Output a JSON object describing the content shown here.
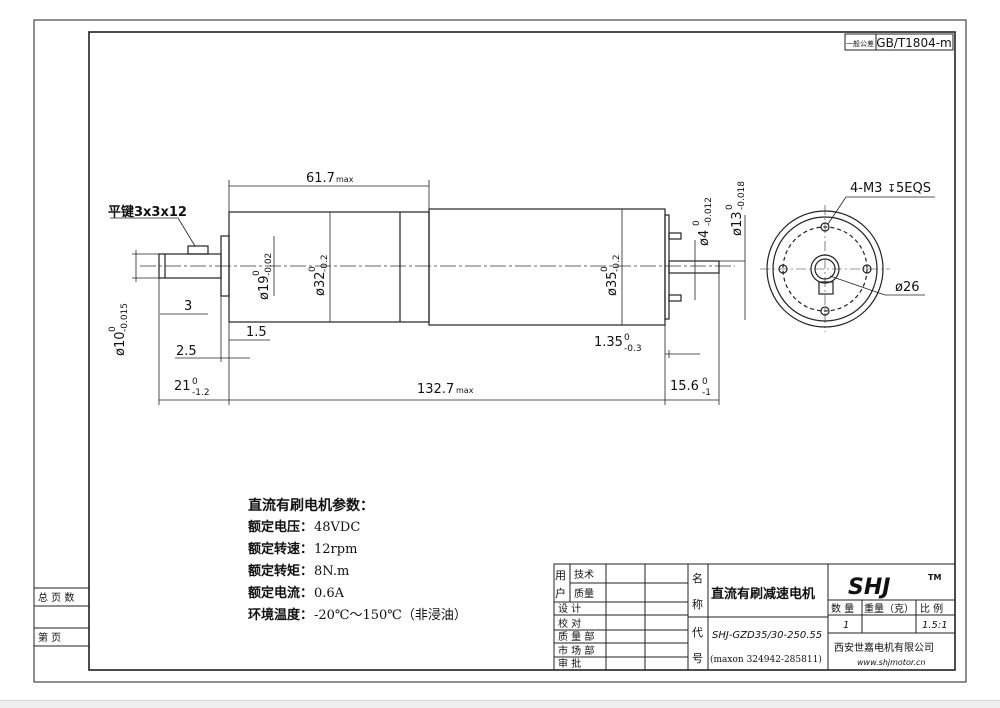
{
  "standard_label_small": "一般公差",
  "standard_code": "GB/T1804-m",
  "dimensions": {
    "length_61_7": "61.7",
    "len_suffix_max": "max",
    "key_label": "平键3x3x12",
    "d4": "ø4",
    "d4_tol_up": "0",
    "d4_tol_low": "-0.012",
    "d13": "ø13",
    "d13_tol_up": "0",
    "d13_tol_low": "-0.018",
    "m3": "4-M3",
    "m3_depth": "5EQS",
    "d19": "ø19",
    "d19_tol_up": "0",
    "d19_tol_low": "-0.02",
    "d32": "ø32",
    "d32_tol_up": "0",
    "d32_tol_low": "-0.2",
    "d35": "ø35",
    "d35_tol_up": "0",
    "d35_tol_low": "-0.2",
    "d26": "ø26",
    "d10": "ø10",
    "d10_tol_up": "0",
    "d10_tol_low": "-0.015",
    "dim_3": "3",
    "dim_1_5": "1.5",
    "dim_2_5": "2.5",
    "dim_1_35": "1.35",
    "dim_1_35_up": "0",
    "dim_1_35_low": "-0.3",
    "dim_21": "21",
    "dim_21_up": "0",
    "dim_21_low": "-1.2",
    "dim_132_7": "132.7",
    "dim_15_6": "15.6",
    "dim_15_6_up": "0",
    "dim_15_6_low": "-1"
  },
  "params": {
    "title": "直流有刷电机参数：",
    "voltage_label": "额定电压：",
    "voltage": "48VDC",
    "speed_label": "额定转速：",
    "speed": "12rpm",
    "torque_label": "额定转矩：",
    "torque": "8N.m",
    "current_label": "额定电流：",
    "current": "0.6A",
    "temp_label": "环境温度：",
    "temp": "-20℃～150℃（非浸油）"
  },
  "side_block": {
    "total_pages": "总 页 数",
    "page_no": "第    页"
  },
  "title_block": {
    "yong": "用",
    "hu": "户",
    "tech": "技术",
    "quality": "质量",
    "design": "设    计",
    "check": "校    对",
    "qa_dept": "质 量 部",
    "market_dept": "市 场 部",
    "approve": "审    批",
    "ming": "名",
    "cheng": "称",
    "dai": "代",
    "hao": "号",
    "product_name": "直流有刷减速电机",
    "model": "SHJ-GZD35/30-250.55",
    "maxon": "(maxon 324942-285811)",
    "logo": "SHJ",
    "tm": "TM",
    "qty_label": "数 量",
    "weight_label": "重量（克）",
    "scale_label": "比 例",
    "qty_value": "1",
    "scale_value": "1.5:1",
    "company": "西安世嘉电机有限公司",
    "website": "www.shjmotor.cn"
  }
}
